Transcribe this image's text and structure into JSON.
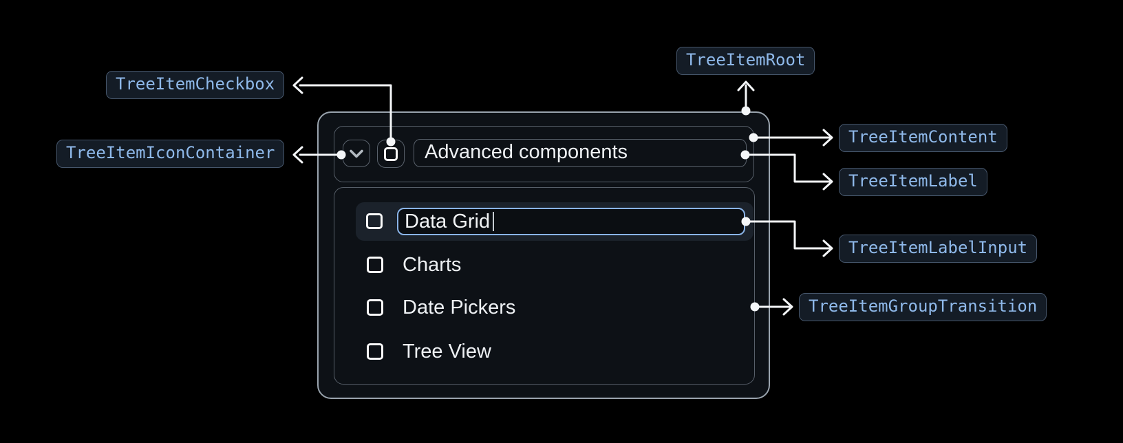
{
  "diagram": {
    "annotations": {
      "checkbox": "TreeItemCheckbox",
      "icon_container": "TreeItemIconContainer",
      "root": "TreeItemRoot",
      "content": "TreeItemContent",
      "label": "TreeItemLabel",
      "label_input": "TreeItemLabelInput",
      "group_transition": "TreeItemGroupTransition"
    }
  },
  "tree": {
    "parent": {
      "label": "Advanced components",
      "expanded": true,
      "checkbox_checked": false
    },
    "children": {
      "edited": {
        "value": "Data Grid",
        "editing": true,
        "checkbox_checked": false
      },
      "rows": [
        {
          "label": "Charts",
          "checkbox_checked": false
        },
        {
          "label": "Date Pickers",
          "checkbox_checked": false
        },
        {
          "label": "Tree View",
          "checkbox_checked": false
        }
      ]
    }
  },
  "icons": {
    "expand": "chevron-down-icon",
    "checkbox_unchecked": "square-outline-icon"
  },
  "colors": {
    "canvas_bg": "#000000",
    "panel_bg": "#0d1116",
    "root_border": "#9aa4ae",
    "inner_border": "#575f69",
    "row_highlight": "#1b222b",
    "input_focus_border": "#8ab4e8",
    "text": "#eef1f4",
    "badge_text": "#8fb9ea",
    "badge_bg": "#141c26",
    "badge_border": "#46566b",
    "connector": "#f4f6f8"
  }
}
